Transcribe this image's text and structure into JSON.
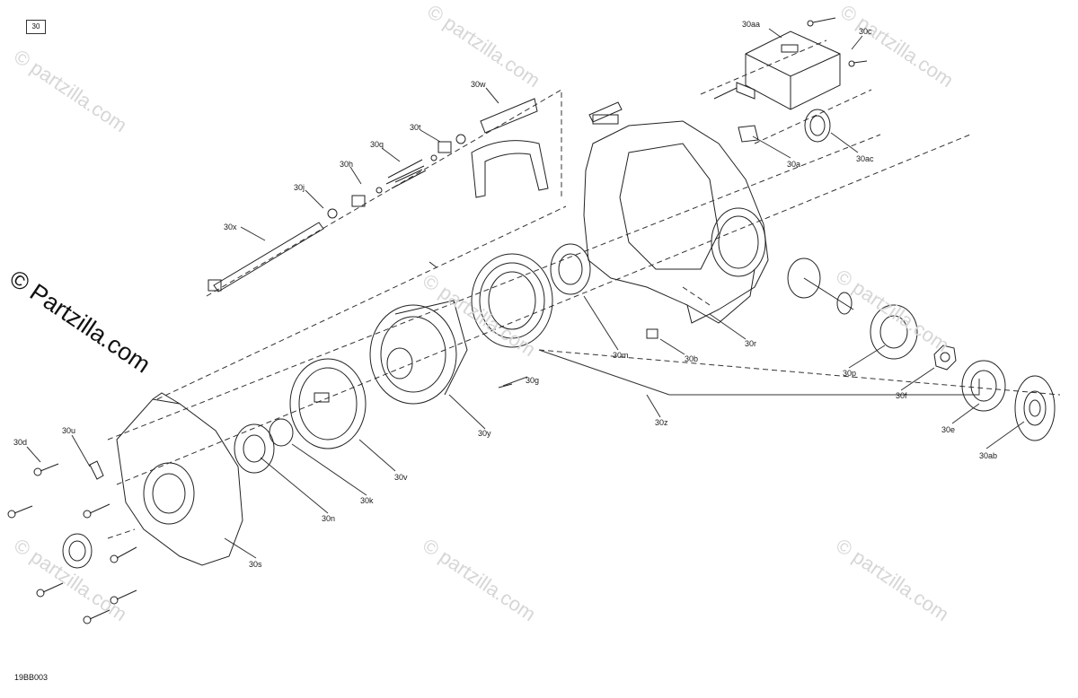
{
  "diagram": {
    "page_number": "30",
    "part_code": "19BB003",
    "watermark_brand": "© Partzilla.com",
    "watermark_faint": "© partzilla.com"
  },
  "callouts": {
    "c30aa": "30aa",
    "c30c": "30c",
    "c30w": "30w",
    "c30t": "30t",
    "c30q": "30q",
    "c30h": "30h",
    "c30j": "30j",
    "c30x": "30x",
    "c30a": "30a",
    "c30ac": "30ac",
    "c30r": "30r",
    "c30b": "30b",
    "c30m": "30m",
    "c30g": "30g",
    "c30z": "30z",
    "c30y": "30y",
    "c30p": "30p",
    "c30f": "30f",
    "c30e": "30e",
    "c30ab": "30ab",
    "c30v": "30v",
    "c30k": "30k",
    "c30n": "30n",
    "c30s": "30s",
    "c30u": "30u",
    "c30d": "30d"
  }
}
